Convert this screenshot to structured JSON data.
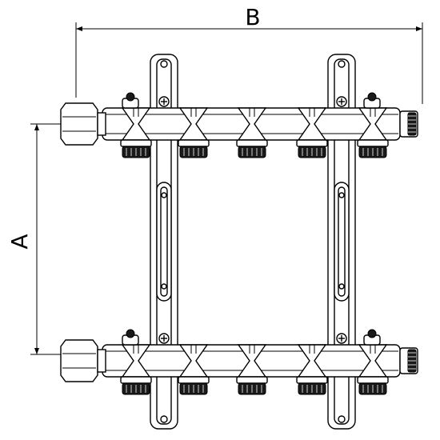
{
  "dimensions": {
    "width_label": "B",
    "height_label": "A"
  },
  "manifold": {
    "rails": 2,
    "outlets_per_rail": 5,
    "brackets": 2,
    "colors": {
      "line": "#000000",
      "fill": "#ffffff",
      "thread": "#1a1a1a"
    }
  }
}
